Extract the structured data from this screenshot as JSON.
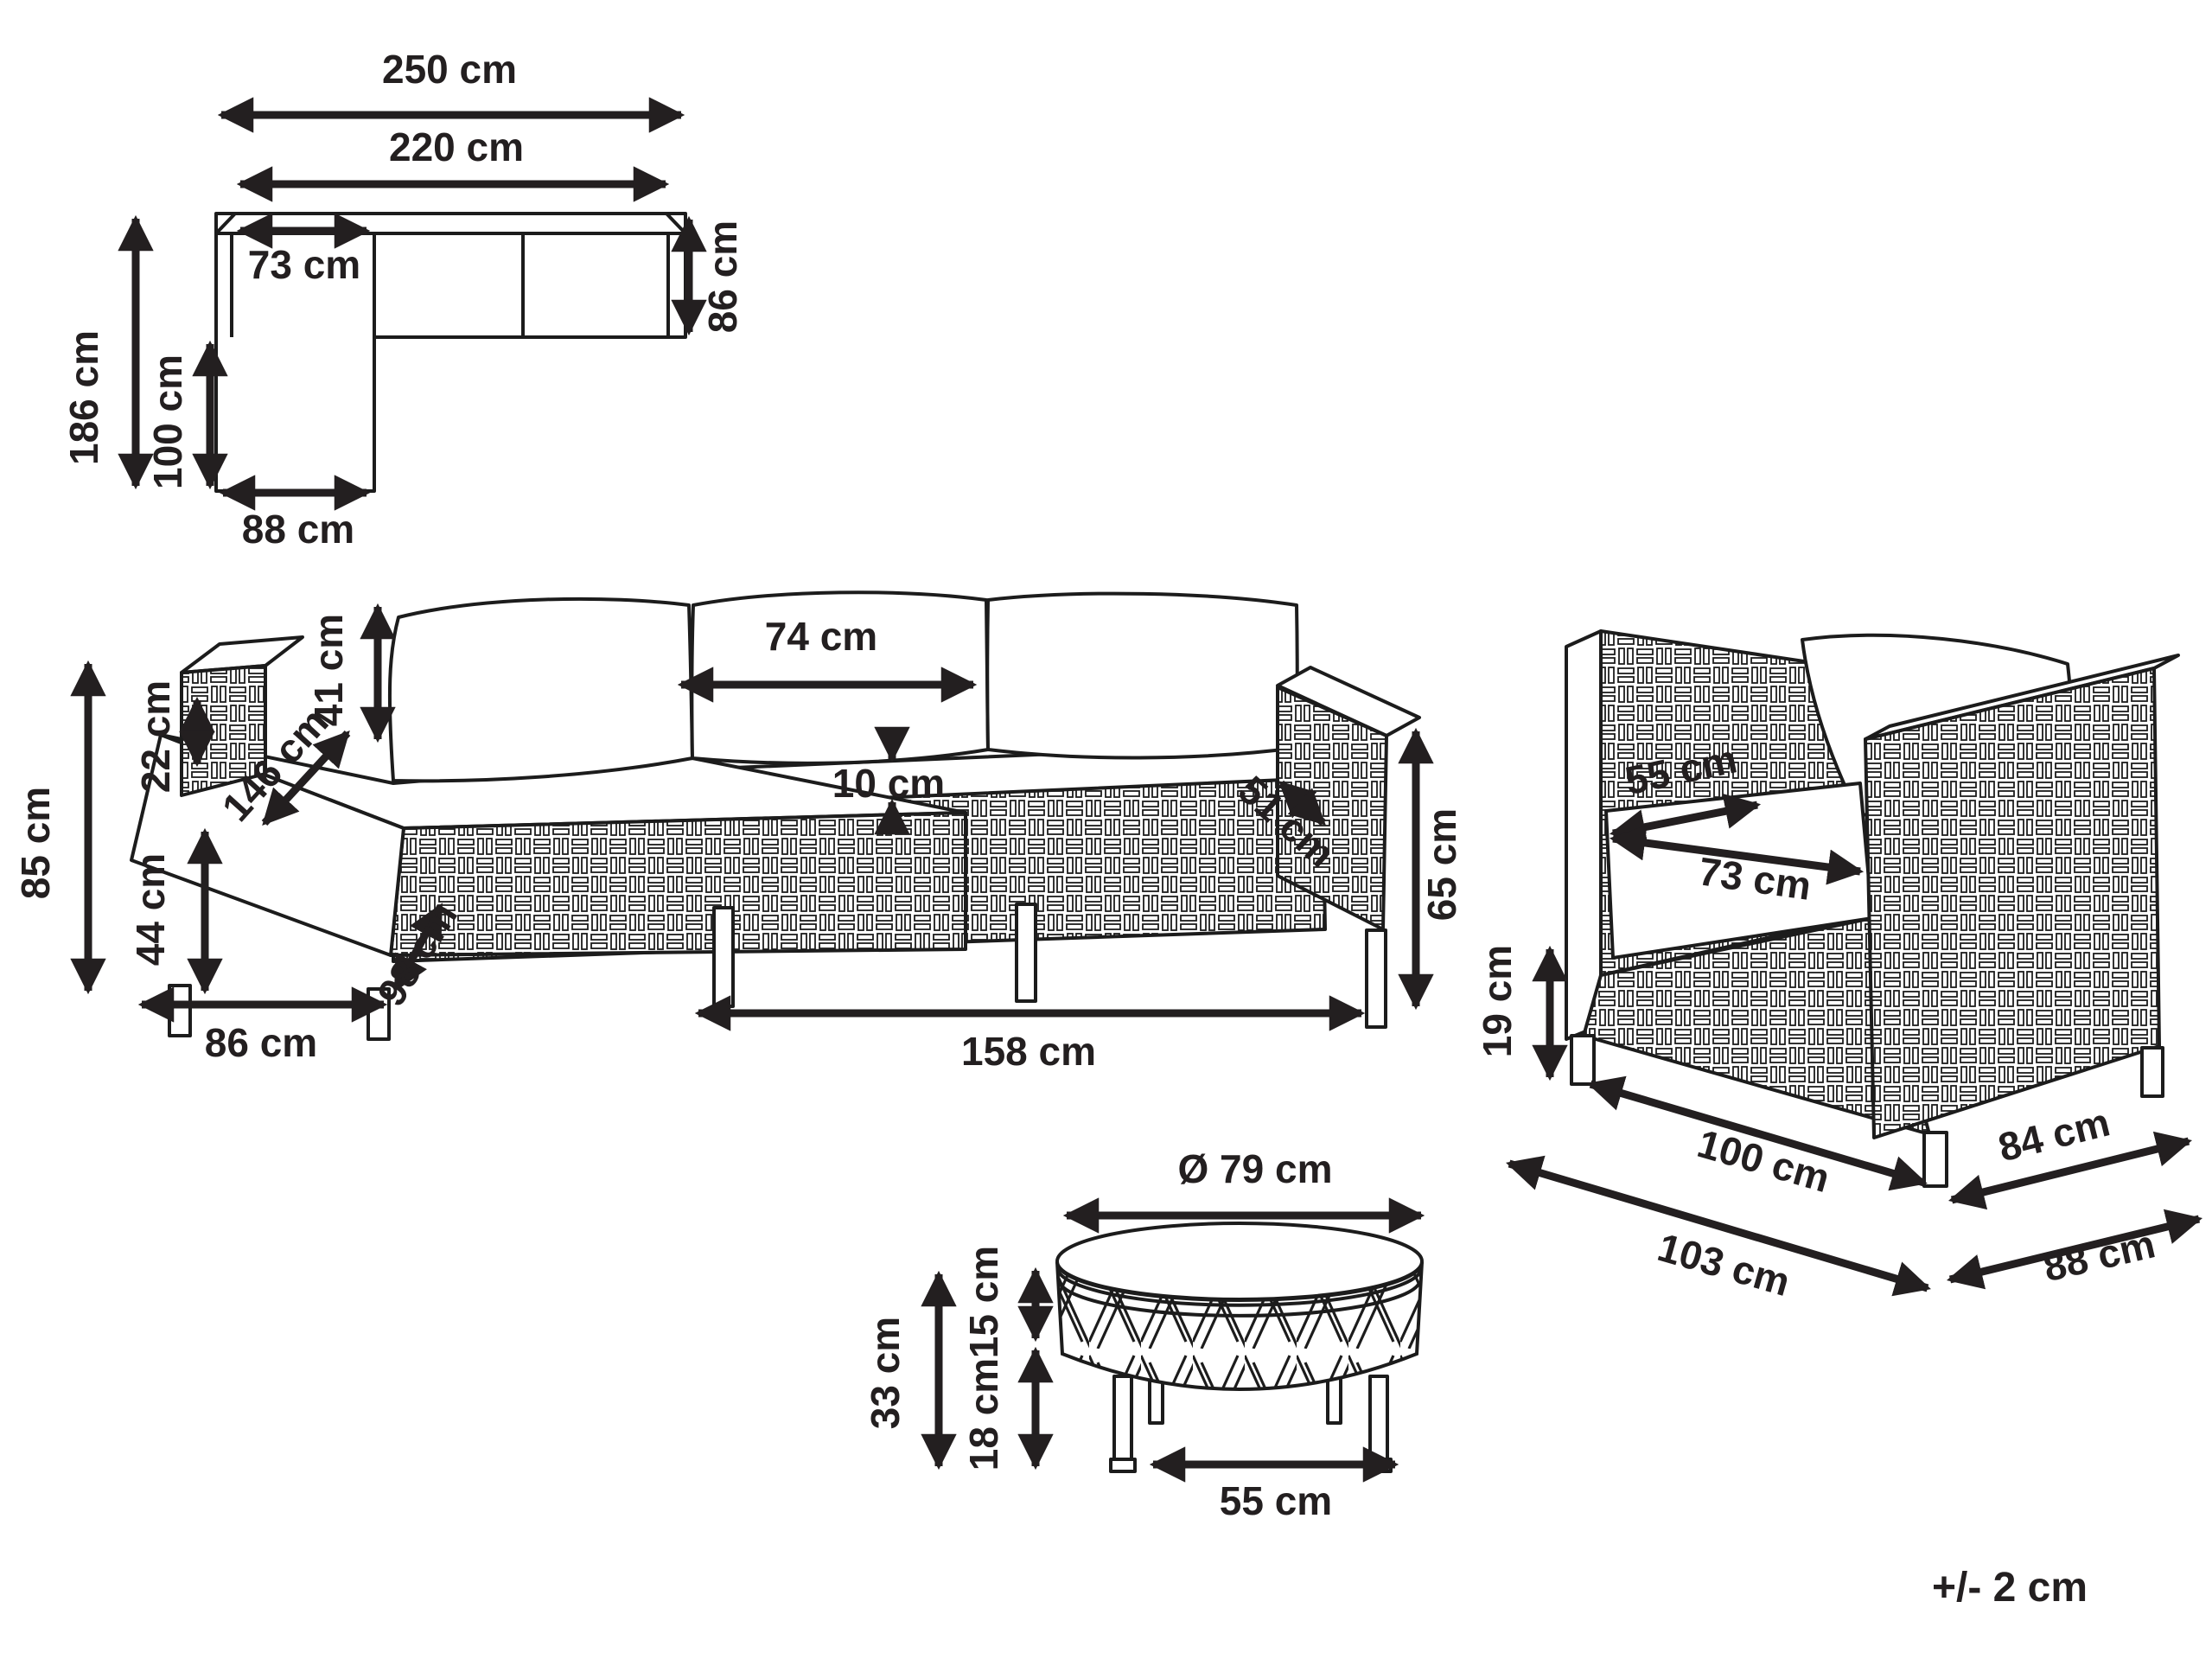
{
  "plan": {
    "overall_width": "250 cm",
    "inner_width": "220 cm",
    "chaise_seat_width": "73 cm",
    "depth": "86 cm",
    "overall_depth": "186 cm",
    "chaise_extension_depth": "100 cm",
    "chaise_width": "88 cm"
  },
  "sofa": {
    "overall_height": "85 cm",
    "base_height": "44 cm",
    "armrest_above_seat_height": "22 cm",
    "back_cushion_height": "41 cm",
    "chaise_cushion_length": "146 cm",
    "back_cushion_width": "74 cm",
    "seat_cushion_thickness": "10 cm",
    "seat_depth": "51 cm",
    "armrest_height": "65 cm",
    "inner_width": "158 cm",
    "chaise_end_width": "86 cm",
    "overall_depth": "98 cm"
  },
  "armchair": {
    "seat_depth": "55 cm",
    "seat_width": "73 cm",
    "leg_height": "19 cm",
    "inner_width": "100 cm",
    "overall_width": "103 cm",
    "side_depth": "84 cm",
    "overall_depth": "88 cm"
  },
  "table": {
    "diameter": "Ø 79 cm",
    "overall_height": "33 cm",
    "top_height": "15 cm",
    "leg_height": "18 cm",
    "leg_spacing": "55 cm"
  },
  "note": {
    "tolerance": "+/- 2 cm"
  }
}
